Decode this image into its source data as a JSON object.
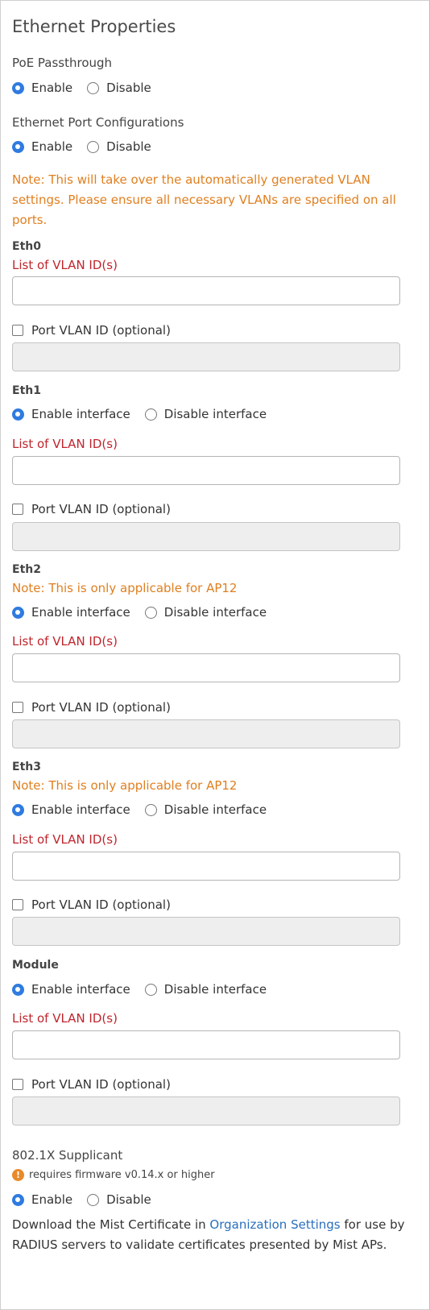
{
  "panel": {
    "title": "Ethernet Properties"
  },
  "poe": {
    "label": "PoE Passthrough",
    "enable": "Enable",
    "disable": "Disable"
  },
  "port_config": {
    "label": "Ethernet Port Configurations",
    "enable": "Enable",
    "disable": "Disable",
    "note": "Note: This will take over the automatically generated VLAN settings. Please ensure all necessary VLANs are specified on all ports."
  },
  "eth0": {
    "name": "Eth0",
    "vlan_label": "List of VLAN ID(s)",
    "vlan_value": "",
    "port_vlan_label": "Port VLAN ID (optional)"
  },
  "eth1": {
    "name": "Eth1",
    "enable": "Enable interface",
    "disable": "Disable interface",
    "vlan_label": "List of VLAN ID(s)",
    "vlan_value": "",
    "port_vlan_label": "Port VLAN ID (optional)"
  },
  "eth2": {
    "name": "Eth2",
    "note": "Note: This is only applicable for AP12",
    "enable": "Enable interface",
    "disable": "Disable interface",
    "vlan_label": "List of VLAN ID(s)",
    "vlan_value": "",
    "port_vlan_label": "Port VLAN ID (optional)"
  },
  "eth3": {
    "name": "Eth3",
    "note": "Note: This is only applicable for AP12",
    "enable": "Enable interface",
    "disable": "Disable interface",
    "vlan_label": "List of VLAN ID(s)",
    "vlan_value": "",
    "port_vlan_label": "Port VLAN ID (optional)"
  },
  "module": {
    "name": "Module",
    "enable": "Enable interface",
    "disable": "Disable interface",
    "vlan_label": "List of VLAN ID(s)",
    "vlan_value": "",
    "port_vlan_label": "Port VLAN ID (optional)"
  },
  "supplicant": {
    "label": "802.1X Supplicant",
    "warning_icon": "!",
    "warning": "requires firmware v0.14.x or higher",
    "enable": "Enable",
    "disable": "Disable",
    "footer_prefix": "Download the Mist Certificate in ",
    "footer_link": "Organization Settings",
    "footer_suffix": " for use by RADIUS servers to validate certificates presented by Mist APs."
  },
  "colors": {
    "accent_blue": "#2f7be0",
    "vlan_red": "#c0252d",
    "note_orange": "#e07f1f",
    "link_blue": "#2a6fbd",
    "warning_orange": "#e8892a"
  },
  "icons": {
    "radio_checked": "radio-checked-icon",
    "radio_unchecked": "radio-unchecked-icon",
    "checkbox_unchecked": "checkbox-icon",
    "warning": "warning-icon"
  }
}
